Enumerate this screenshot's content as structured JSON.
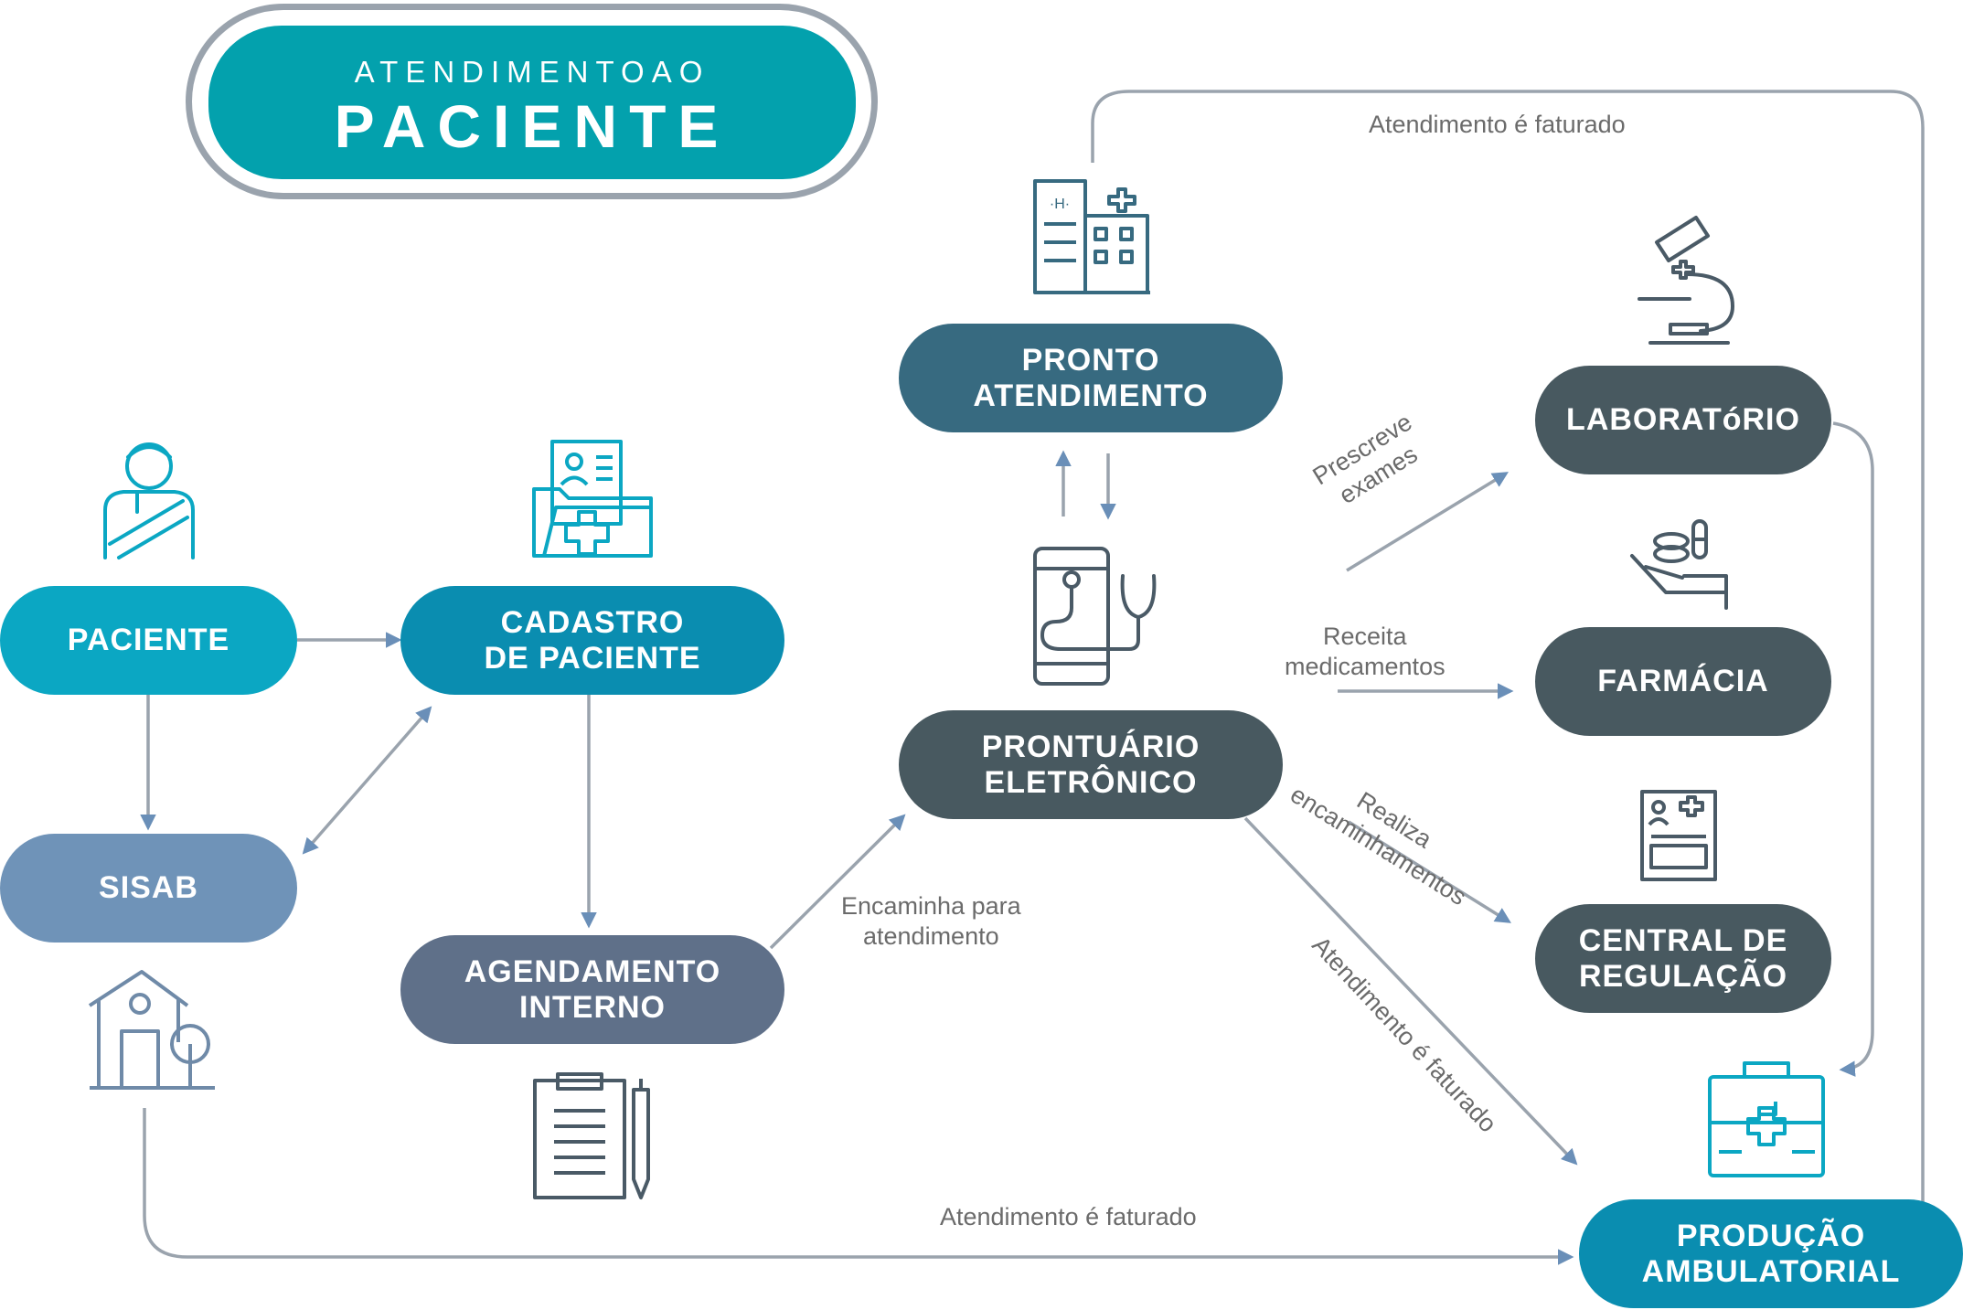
{
  "title": {
    "line1": "ATENDIMENTOAO",
    "line2": "PACIENTE"
  },
  "nodes": {
    "paciente": {
      "lines": [
        "PACIENTE"
      ],
      "color": "#0ba7c3"
    },
    "cadastro": {
      "lines": [
        "CADASTRO",
        "DE PACIENTE"
      ],
      "color": "#0a8db0"
    },
    "sisab": {
      "lines": [
        "SISAB"
      ],
      "color": "#6f93b8"
    },
    "agendamento": {
      "lines": [
        "AGENDAMENTO",
        "INTERNO"
      ],
      "color": "#5f7089"
    },
    "pronto": {
      "lines": [
        "PRONTO",
        "ATENDIMENTO"
      ],
      "color": "#376a80"
    },
    "prontuario": {
      "lines": [
        "PRONTUÁRIO",
        "ELETRÔNICO"
      ],
      "color": "#485960"
    },
    "laboratorio": {
      "lines": [
        "LABORATóRIO"
      ],
      "color": "#485960"
    },
    "farmacia": {
      "lines": [
        "FARMÁCIA"
      ],
      "color": "#485960"
    },
    "central": {
      "lines": [
        "CENTRAL DE",
        "REGULAÇÃO"
      ],
      "color": "#485960"
    },
    "producao": {
      "lines": [
        "PRODUÇÃO",
        "AMBULATORIAL"
      ],
      "color": "#0a8db0"
    }
  },
  "edge_labels": {
    "faturado_top": "Atendimento é faturado",
    "prescreve": [
      "Prescreve",
      "exames"
    ],
    "receita": [
      "Receita",
      "medicamentos"
    ],
    "realiza": [
      "Realiza",
      "encaminhamentos"
    ],
    "encaminha": [
      "Encaminha para",
      "atendimento"
    ],
    "faturado_diag": "Atendimento é faturado",
    "faturado_bottom": "Atendimento é faturado"
  },
  "icons": {
    "patient": "patient-icon",
    "record_folder": "medical-record-folder-icon",
    "house": "house-icon",
    "clipboard": "clipboard-pen-icon",
    "hospital": "hospital-building-icon",
    "telemedicine": "phone-stethoscope-icon",
    "microscope": "microscope-icon",
    "medicine": "pills-hand-icon",
    "medical_form": "medical-form-icon",
    "first_aid": "first-aid-kit-icon"
  },
  "colors": {
    "arrow": "#9aa3ad",
    "arrowhead": "#6a8fb8",
    "label_text": "#6b6b6b",
    "title_fill": "#03a1ad",
    "title_border": "#9aa3ad",
    "icon_teal": "#0ba7c3",
    "icon_dark": "#4a5a66",
    "icon_slate": "#6f8aa8"
  }
}
